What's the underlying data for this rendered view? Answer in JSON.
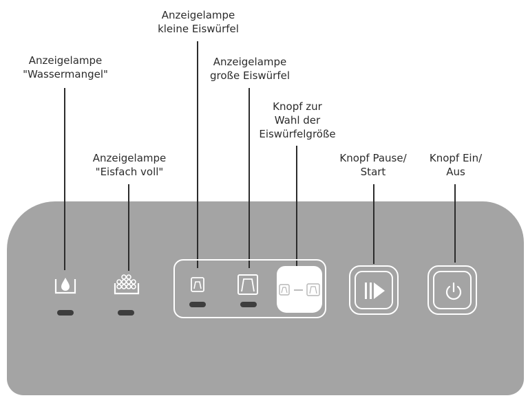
{
  "labels": {
    "water_shortage": {
      "line1": "Anzeigelampe",
      "line2": "\"Wassermangel\""
    },
    "ice_full": {
      "line1": "Anzeigelampe",
      "line2": "\"Eisfach voll\""
    },
    "small_ice": {
      "line1": "Anzeigelampe",
      "line2": "kleine Eiswürfel"
    },
    "large_ice": {
      "line1": "Anzeigelampe",
      "line2": "große Eiswürfel"
    },
    "size_button": {
      "line1": "Knopf zur",
      "line2": "Wahl der",
      "line3": "Eiswürfelgröße"
    },
    "pause_start": {
      "line1": "Knopf Pause/",
      "line2": "Start"
    },
    "power": {
      "line1": "Knopf Ein/",
      "line2": "Aus"
    }
  },
  "colors": {
    "panel": "#a4a4a4",
    "panel_marks": "#ffffff",
    "indicator_led": "#3d3d3d",
    "text": "#2b2b2b"
  },
  "icons": {
    "water_shortage": "water-drop-in-tray-icon",
    "ice_full": "ice-bin-full-icon",
    "small_ice": "small-ice-cube-icon",
    "large_ice": "large-ice-cube-icon",
    "size_select": "ice-size-toggle-icon",
    "pause_start": "play-pause-icon",
    "power": "power-icon"
  }
}
